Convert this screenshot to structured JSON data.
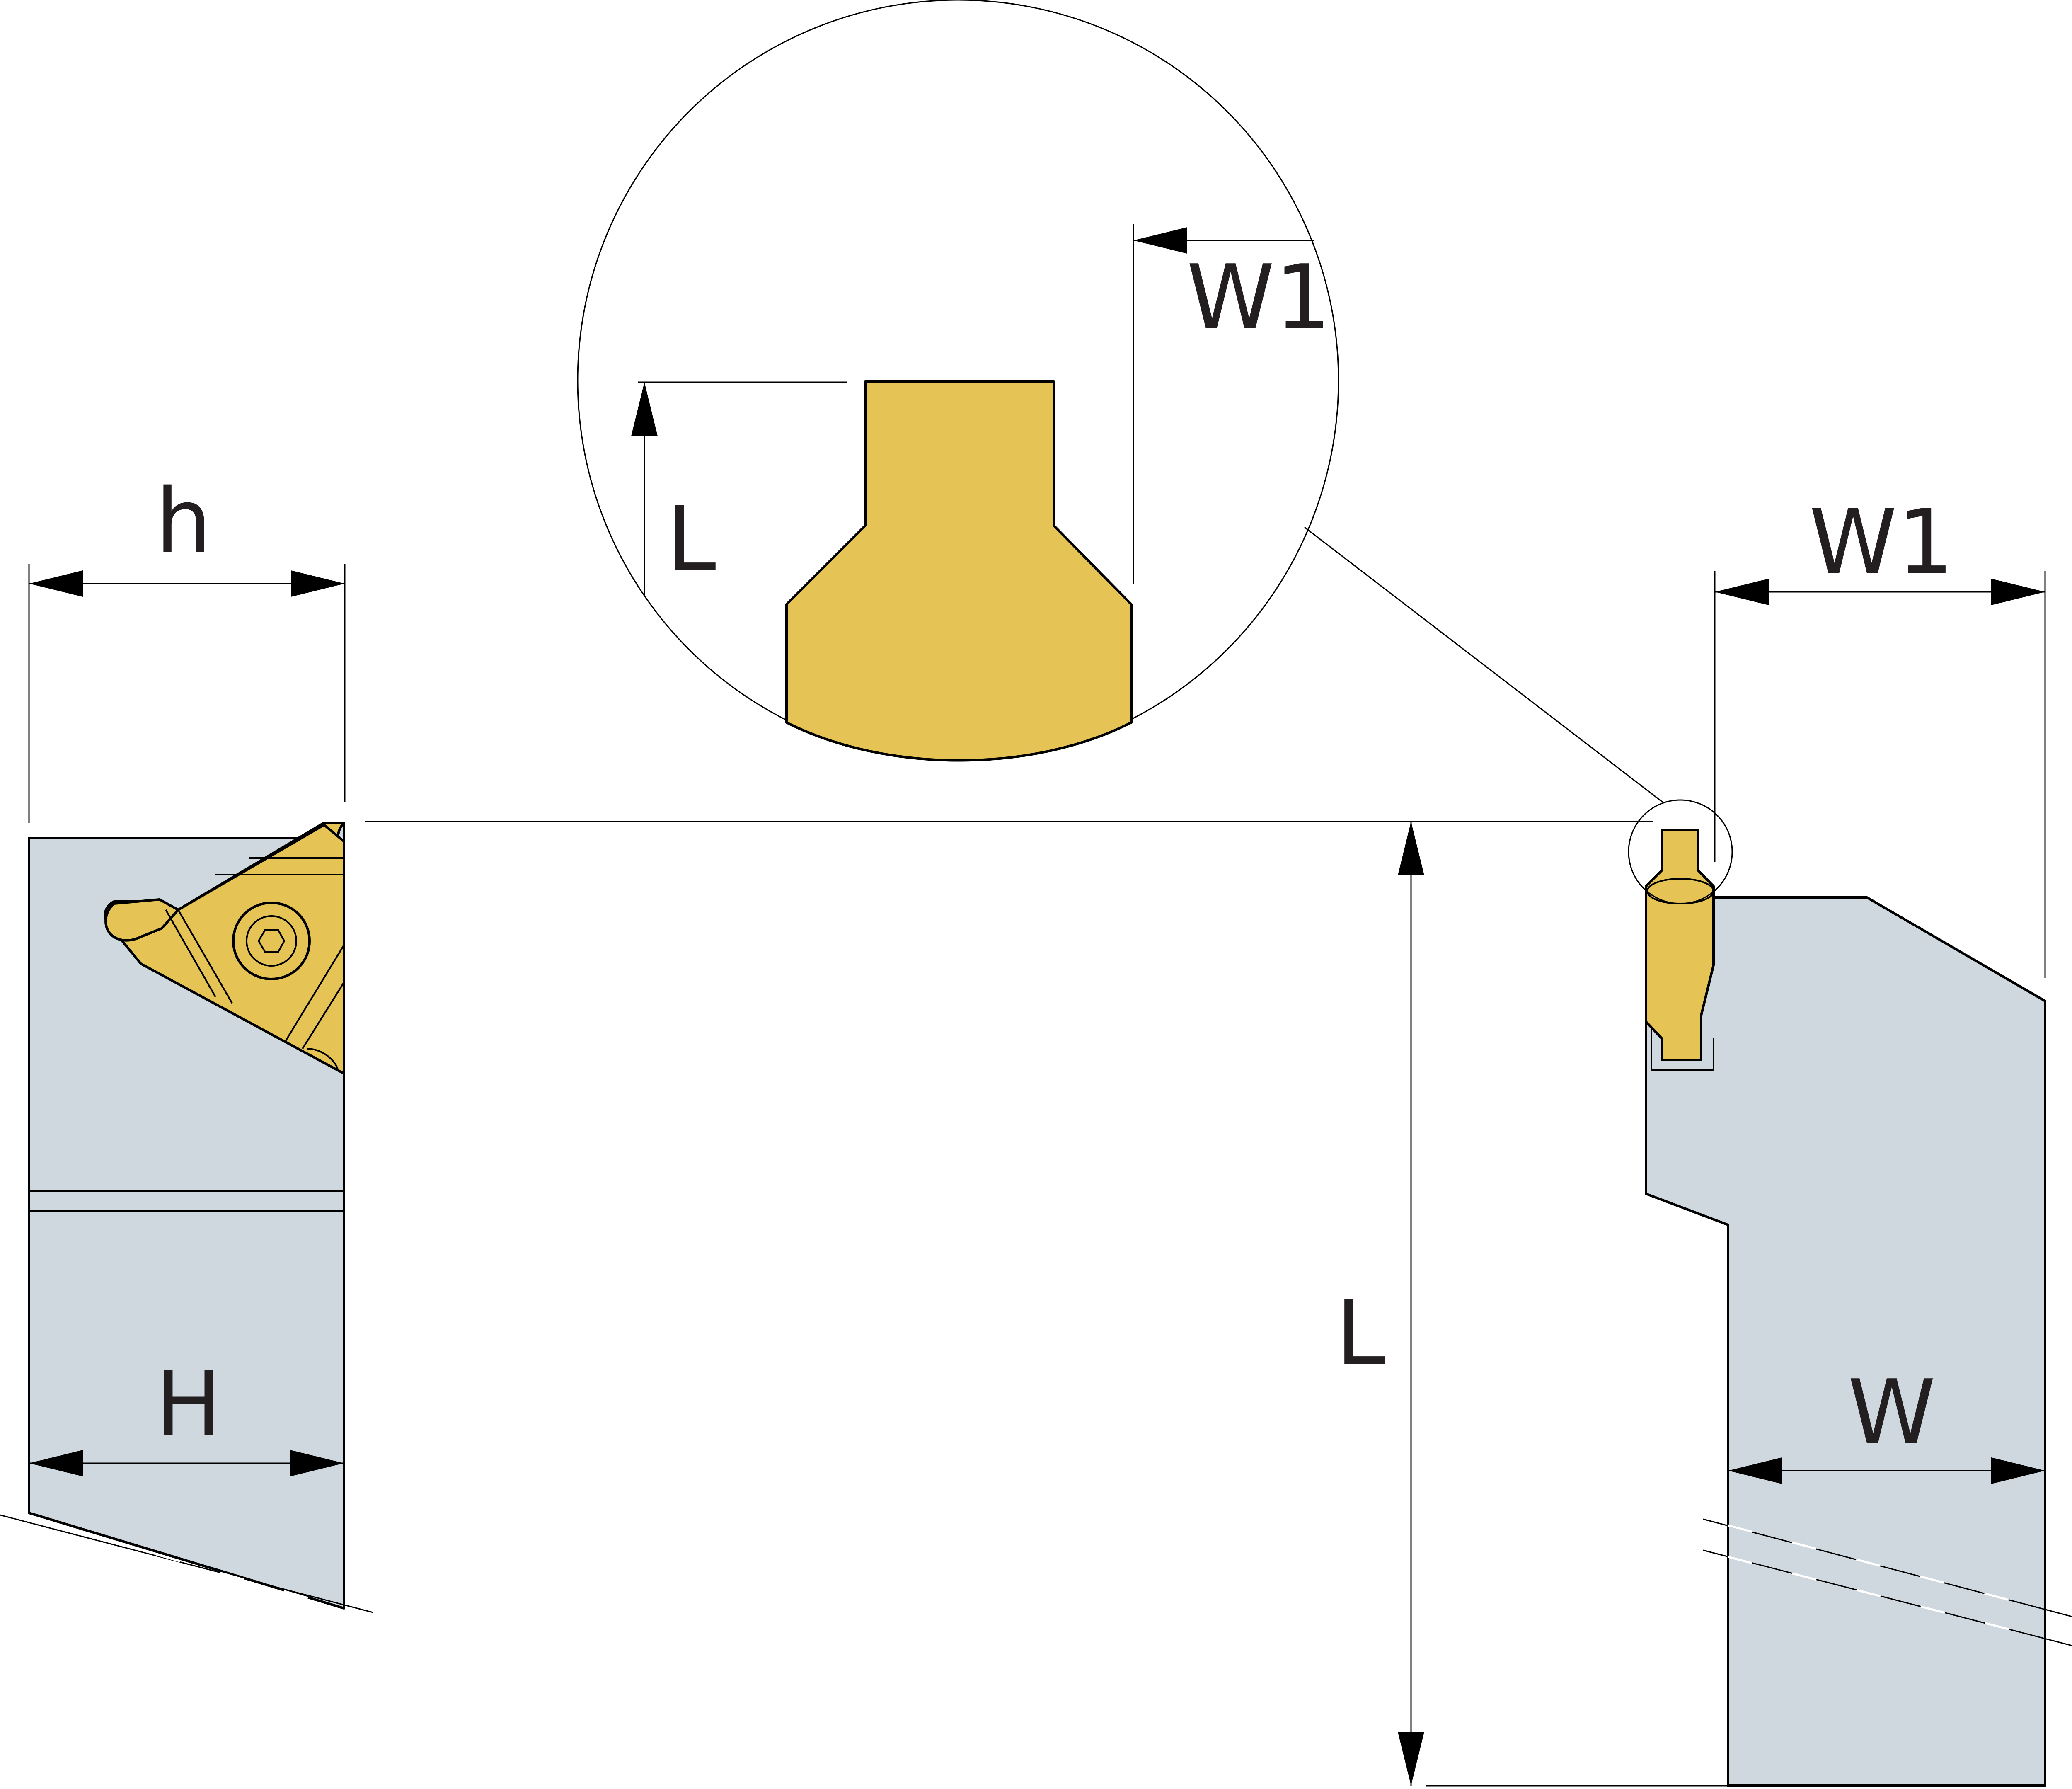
{
  "colors": {
    "insert": "#e6c355",
    "holder": "#cfd8df",
    "line": "#000000"
  },
  "labels": {
    "h": "h",
    "H": "H",
    "L_main": "L",
    "W": "W",
    "W1_main": "W1",
    "L_detail": "L",
    "W1_detail": "W1"
  }
}
